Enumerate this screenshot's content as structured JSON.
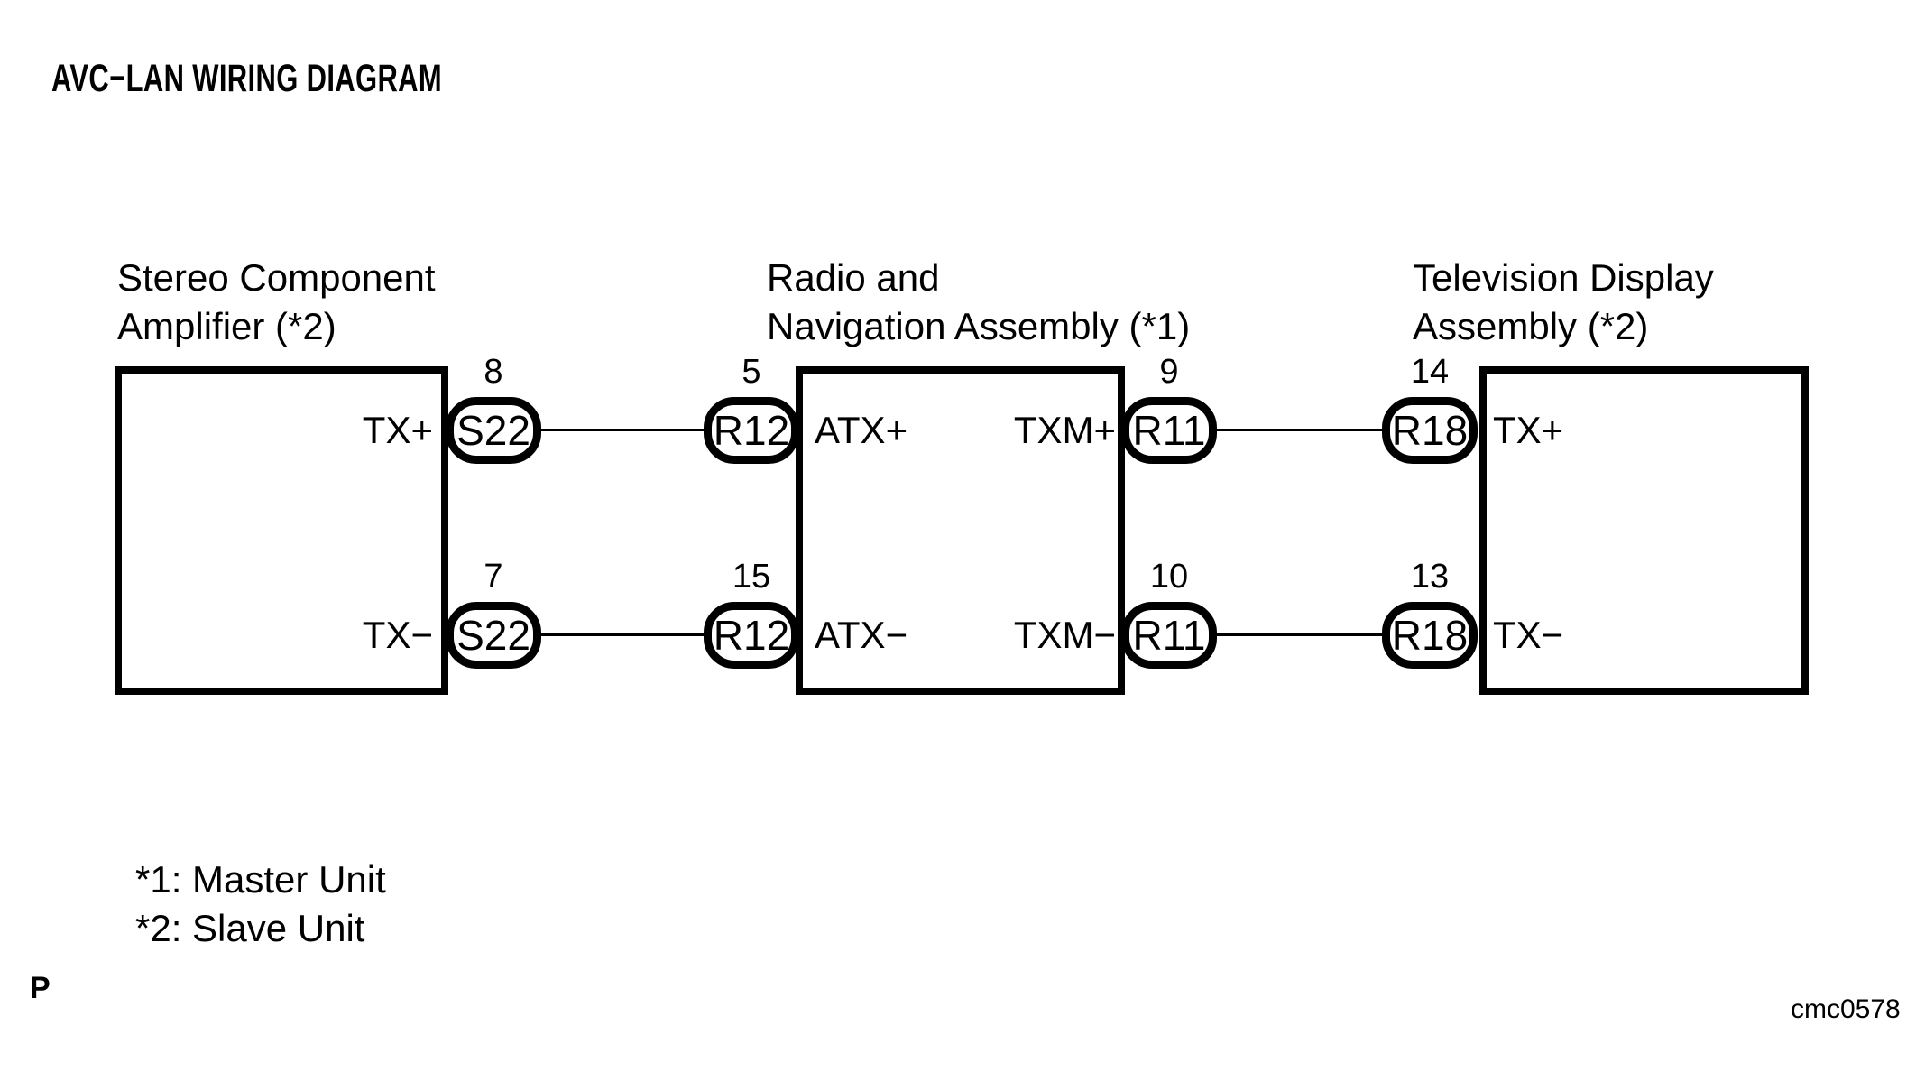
{
  "title": "AVC−LAN WIRING DIAGRAM",
  "colors": {
    "ink": "#000000",
    "paper": "#ffffff"
  },
  "components": [
    {
      "id": "stereo-component-amplifier",
      "name_lines": [
        "Stereo Component",
        "Amplifier (*2)"
      ],
      "pins": [
        {
          "number": "8",
          "connector": "S22",
          "signal": "TX+"
        },
        {
          "number": "7",
          "connector": "S22",
          "signal": "TX−"
        }
      ]
    },
    {
      "id": "radio-navigation-assembly",
      "name_lines": [
        "Radio and",
        "Navigation Assembly (*1)"
      ],
      "pins": [
        {
          "number": "5",
          "connector": "R12",
          "signal": "ATX+"
        },
        {
          "number": "15",
          "connector": "R12",
          "signal": "ATX−"
        },
        {
          "number": "9",
          "connector": "R11",
          "signal": "TXM+"
        },
        {
          "number": "10",
          "connector": "R11",
          "signal": "TXM−"
        }
      ]
    },
    {
      "id": "television-display-assembly",
      "name_lines": [
        "Television Display",
        "Assembly (*2)"
      ],
      "pins": [
        {
          "number": "14",
          "connector": "R18",
          "signal": "TX+"
        },
        {
          "number": "13",
          "connector": "R18",
          "signal": "TX−"
        }
      ]
    }
  ],
  "wires": [
    {
      "from_connector": "S22",
      "from_pin": "8",
      "to_connector": "R12",
      "to_pin": "5"
    },
    {
      "from_connector": "R11",
      "from_pin": "9",
      "to_connector": "R18",
      "to_pin": "14"
    },
    {
      "from_connector": "S22",
      "from_pin": "7",
      "to_connector": "R12",
      "to_pin": "15"
    },
    {
      "from_connector": "R11",
      "from_pin": "10",
      "to_connector": "R18",
      "to_pin": "13"
    }
  ],
  "footnotes": [
    "*1: Master Unit",
    "*2: Slave Unit"
  ],
  "page_marker": "P",
  "figure_code": "cmc0578"
}
